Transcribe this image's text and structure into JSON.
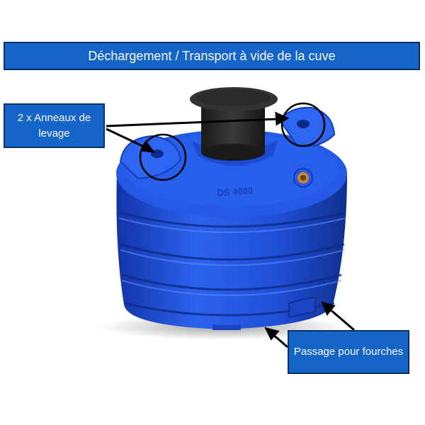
{
  "header": {
    "title": "Déchargement / Transport à vide de la cuve"
  },
  "callouts": {
    "lifting_rings": "2 x Anneaux de levage",
    "fork_passage": "Passage pour fourches"
  },
  "tank": {
    "model_marking": "DS 4000"
  },
  "colors": {
    "banner_blue": "#1565c8",
    "tank_blue": "#1f4fd6",
    "lid_black": "#2a2a2a",
    "fitting_bronze": "#c8872e"
  }
}
